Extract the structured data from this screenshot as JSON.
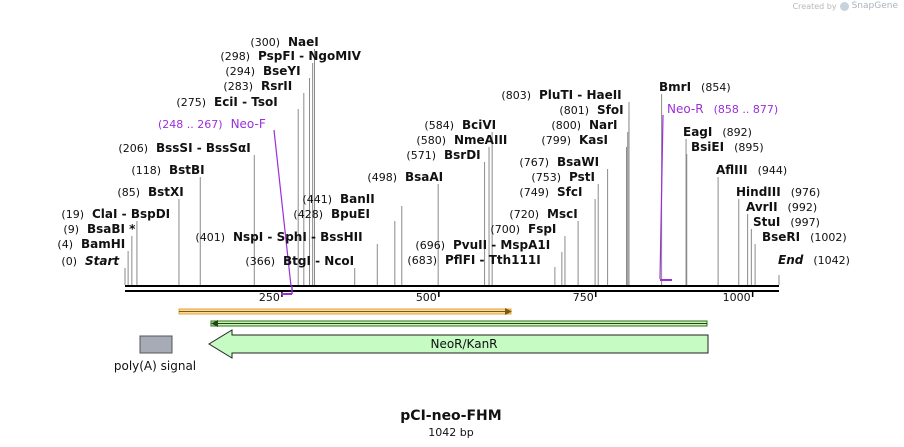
{
  "watermark": {
    "created_by": "Created by",
    "brand": "SnapGene"
  },
  "map": {
    "name": "pCI-neo-FHM",
    "length_label": "1042 bp",
    "total_bp": 1042
  },
  "ruler": {
    "ticks": [
      250,
      500,
      750,
      1000
    ]
  },
  "sites": [
    {
      "pos_label": "(0)",
      "name": "Start",
      "style": "italic",
      "bp": 0
    },
    {
      "pos_label": "(4)",
      "name": "BamHI",
      "bp": 4
    },
    {
      "pos_label": "(9)",
      "name": "BsaBI *",
      "bp": 9
    },
    {
      "pos_label": "(19)",
      "name": "ClaI  - BspDI",
      "bp": 19
    },
    {
      "pos_label": "(85)",
      "name": "BstXI",
      "bp": 85
    },
    {
      "pos_label": "(118)",
      "name": "BstBI",
      "bp": 118
    },
    {
      "pos_label": "(206)",
      "name": "BssSI  - BssSαI",
      "bp": 206
    },
    {
      "pos_label": "(275)",
      "name": "EciI  - TsoI",
      "bp": 275
    },
    {
      "pos_label": "(283)",
      "name": "RsrII",
      "bp": 283
    },
    {
      "pos_label": "(294)",
      "name": "BseYI",
      "bp": 294
    },
    {
      "pos_label": "(298)",
      "name": "PspFI  - NgoMIV",
      "bp": 298
    },
    {
      "pos_label": "(300)",
      "name": "NaeI",
      "bp": 300
    },
    {
      "pos_label": "(366)",
      "name": "BtgI  - NcoI",
      "bp": 366
    },
    {
      "pos_label": "(401)",
      "name": "NspI  - SphI  - BssHII",
      "bp": 401
    },
    {
      "pos_label": "(428)",
      "name": "BpuEI",
      "bp": 428
    },
    {
      "pos_label": "(441)",
      "name": "BanII",
      "bp": 441
    },
    {
      "pos_label": "(498)",
      "name": "BsaAI",
      "bp": 498
    },
    {
      "pos_label": "(571)",
      "name": "BsrDI",
      "bp": 571
    },
    {
      "pos_label": "(580)",
      "name": "NmeAIII",
      "bp": 580
    },
    {
      "pos_label": "(584)",
      "name": "BciVI",
      "bp": 584
    },
    {
      "pos_label": "(683)",
      "name": "PflFI  - Tth111I",
      "bp": 683
    },
    {
      "pos_label": "(696)",
      "name": "PvuII  - MspA1I",
      "bp": 696
    },
    {
      "pos_label": "(700)",
      "name": "FspI",
      "bp": 700
    },
    {
      "pos_label": "(720)",
      "name": "MscI",
      "bp": 720
    },
    {
      "pos_label": "(749)",
      "name": "SfcI",
      "bp": 749
    },
    {
      "pos_label": "(753)",
      "name": "PstI",
      "bp": 753
    },
    {
      "pos_label": "(767)",
      "name": "BsaWI",
      "bp": 767
    },
    {
      "pos_label": "(799)",
      "name": "KasI",
      "bp": 799
    },
    {
      "pos_label": "(800)",
      "name": "NarI",
      "bp": 800
    },
    {
      "pos_label": "(801)",
      "name": "SfoI",
      "bp": 801
    },
    {
      "pos_label": "(803)",
      "name": "PluTI  - HaeII",
      "bp": 803
    },
    {
      "pos_label": "(854)",
      "name": "BmrI",
      "bp": 854
    },
    {
      "pos_label": "(892)",
      "name": "EagI",
      "bp": 892
    },
    {
      "pos_label": "(895)",
      "name": "BsiEI",
      "bp": 895
    },
    {
      "pos_label": "(944)",
      "name": "AflIII",
      "bp": 944
    },
    {
      "pos_label": "(976)",
      "name": "HindIII",
      "bp": 976
    },
    {
      "pos_label": "(992)",
      "name": "AvrII",
      "bp": 992
    },
    {
      "pos_label": "(997)",
      "name": "StuI",
      "bp": 997
    },
    {
      "pos_label": "(1002)",
      "name": "BseRI",
      "bp": 1002
    },
    {
      "pos_label": "(1042)",
      "name": "End",
      "style": "italic",
      "bp": 1042
    }
  ],
  "primers": [
    {
      "name": "Neo-F",
      "range": "(248 .. 267)",
      "color": "#9b30d9"
    },
    {
      "name": "Neo-R",
      "range": "(858 .. 877)",
      "color": "#9b30d9"
    }
  ],
  "features": [
    {
      "name": "poly(A) signal",
      "color": "#a7abb6"
    },
    {
      "name": "NeoR/KanR",
      "color": "#c6fbc4"
    }
  ],
  "colors": {
    "orf_top": "#e2a43a",
    "orf_bottom": "#2f6e1b",
    "orf_bottom_fill": "#c8f5b6",
    "backbone": "#000000"
  }
}
